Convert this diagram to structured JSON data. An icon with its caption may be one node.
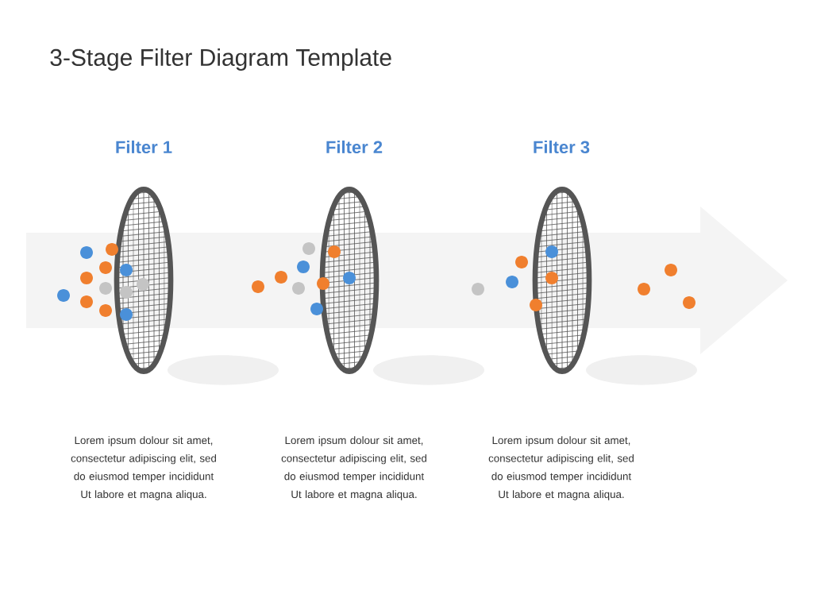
{
  "diagram": {
    "title": "3-Stage Filter Diagram Template",
    "nodes": [
      {
        "text": [
          "Filter 1"
        ]
      },
      {
        "text": [
          "Filter 2"
        ]
      },
      {
        "text": [
          "Filter 3"
        ]
      }
    ],
    "labels": [
      "Lorem ipsum dolour sit amet, consectetur adipiscing elit, sed do eiusmod temper incididunt Ut labore et magna aliqua.",
      "Lorem ipsum dolour sit amet, consectetur adipiscing elit, sed do eiusmod temper incididunt Ut labore et magna aliqua.",
      "Lorem ipsum dolour sit amet, consectetur adipiscing elit, sed do eiusmod temper incididunt Ut labore et magna aliqua."
    ]
  }
}
